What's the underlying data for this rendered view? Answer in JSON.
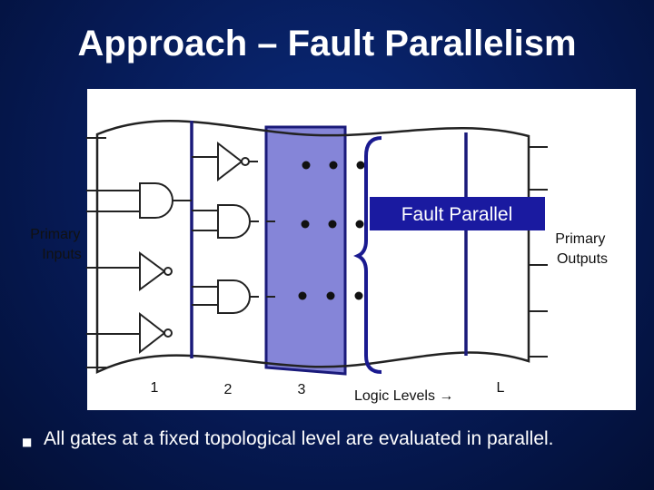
{
  "slide": {
    "title": "Approach – Fault Parallelism",
    "bullet_icon": "square-bullet-icon",
    "bullet_text": "All gates at a fixed topological level are evaluated in parallel."
  },
  "diagram": {
    "primary_inputs_lines": [
      "Primary",
      "Inputs"
    ],
    "primary_outputs_lines": [
      "Primary",
      "Outputs"
    ],
    "fault_parallel_label": "Fault Parallel",
    "level_labels": [
      "1",
      "2",
      "3"
    ],
    "logic_levels_label": "Logic Levels →",
    "last_level_label": "L",
    "colors": {
      "highlight_fill": "#8585d8",
      "level_line": "#1a1a7a",
      "label_box": "#1a1aa0",
      "brace": "#1a1a90"
    }
  }
}
